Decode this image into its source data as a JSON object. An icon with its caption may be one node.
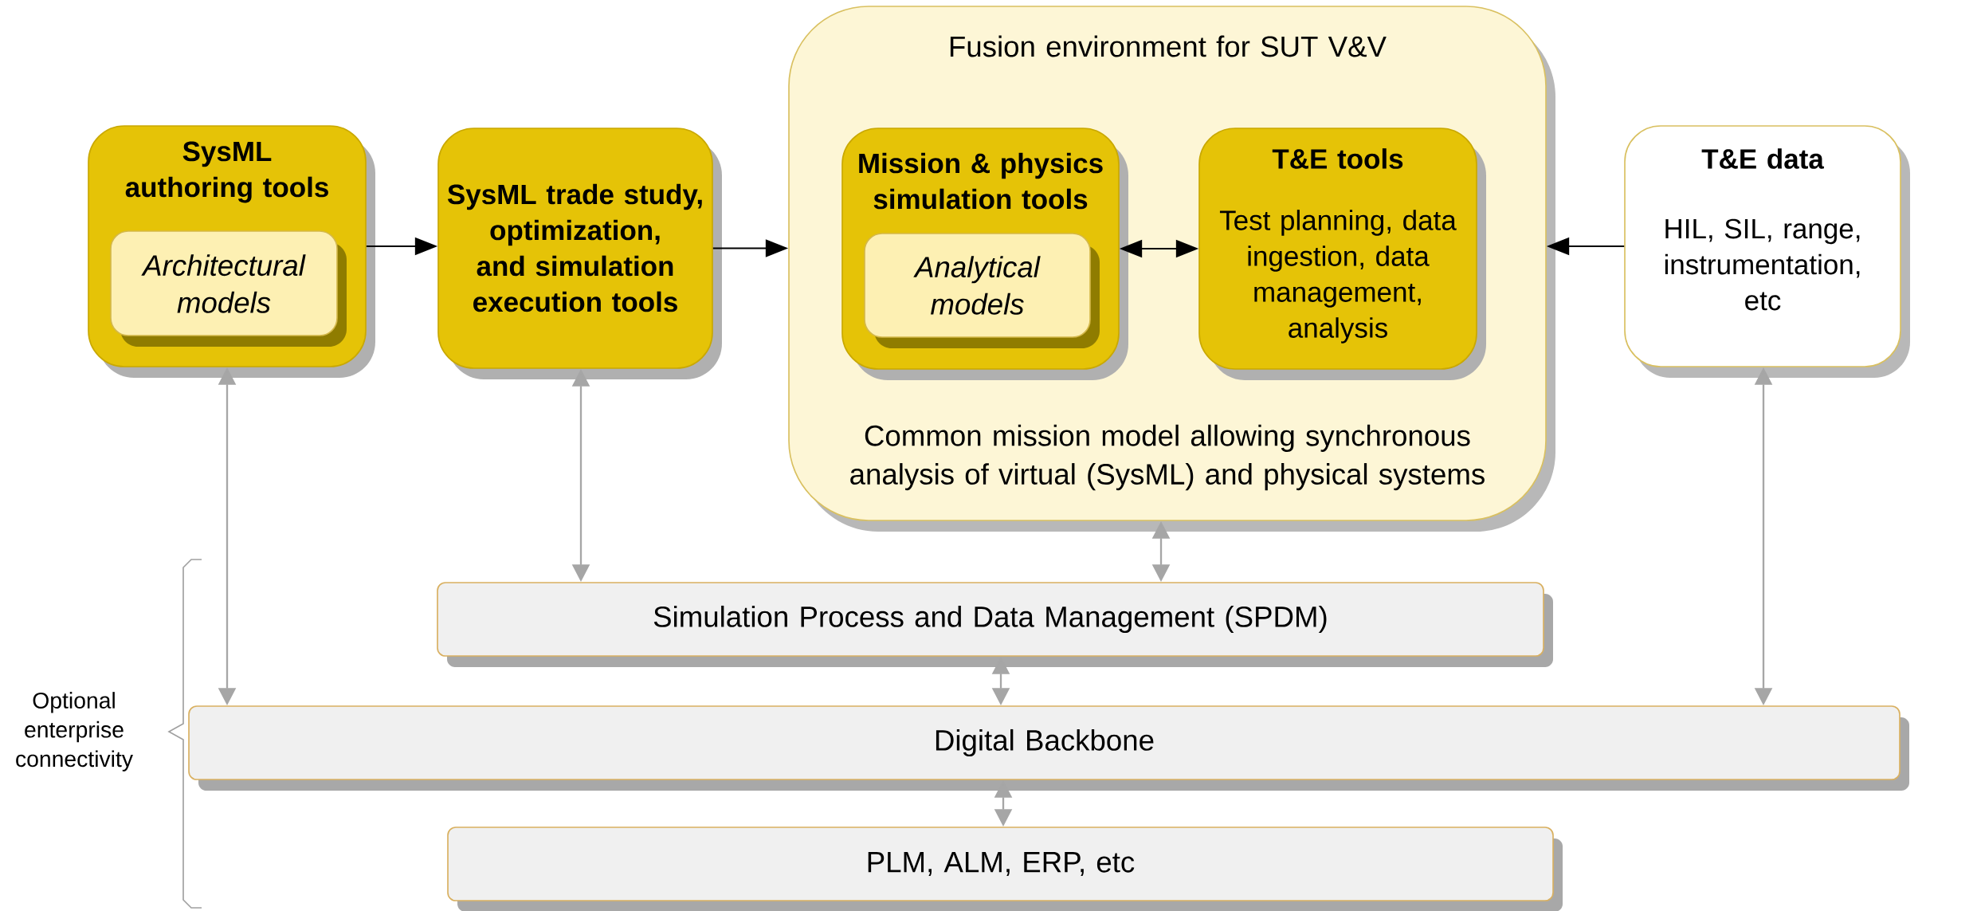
{
  "diagram": {
    "nodes": [
      {
        "text": [
          "SysML authoring tools"
        ]
      },
      {
        "text": [
          "Architectural models"
        ],
        "in": 0
      },
      {
        "text": [
          "SysML trade study, optimization, and simulation execution tools"
        ]
      },
      {
        "text": [
          "Fusion environment for SUT V&V",
          "Common mission model allowing synchronous analysis of virtual (SysML) and physical systems"
        ]
      },
      {
        "text": [
          "Mission & physics simulation tools"
        ],
        "in": 3
      },
      {
        "text": [
          "Analytical models"
        ],
        "in": 4
      },
      {
        "text": [
          "T&E tools",
          "Test planning, data ingestion, data management, analysis"
        ],
        "in": 3
      },
      {
        "text": [
          "T&E data",
          "HIL, SIL, range, instrumentation, etc"
        ]
      },
      {
        "text": [
          "Simulation Process and Data Management (SPDM)"
        ]
      },
      {
        "text": [
          "Digital Backbone"
        ]
      },
      {
        "text": [
          "PLM, ALM, ERP, etc"
        ]
      }
    ],
    "edges": [
      {
        "from": 0,
        "to": 2,
        "arrow": "to",
        "color": "#000000"
      },
      {
        "from": 2,
        "to": 3,
        "arrow": "to",
        "color": "#000000"
      },
      {
        "from": 4,
        "to": 6,
        "arrow": "both",
        "color": "#000000"
      },
      {
        "from": 7,
        "to": 3,
        "arrow": "to",
        "color": "#000000"
      },
      {
        "from": 0,
        "to": 9,
        "arrow": "both"
      },
      {
        "from": 2,
        "to": 8,
        "arrow": "both"
      },
      {
        "from": 3,
        "to": 8,
        "arrow": "both"
      },
      {
        "from": 8,
        "to": 9,
        "arrow": "both"
      },
      {
        "from": 9,
        "to": 10,
        "arrow": "both"
      },
      {
        "from": 7,
        "to": 9,
        "arrow": "both"
      }
    ],
    "labels": [
      "Optional enterprise connectivity"
    ]
  }
}
